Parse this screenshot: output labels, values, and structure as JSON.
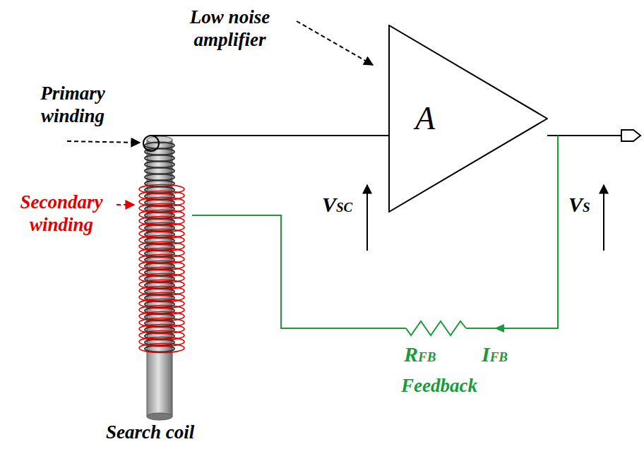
{
  "diagram": {
    "nodes": [
      {
        "text": [
          "A"
        ]
      }
    ],
    "labels": [
      "Low noise amplifier",
      "Primary winding",
      "Secondary winding",
      "VSC",
      "VS",
      "RFB",
      "IFB",
      "Feedback",
      "Search coil"
    ]
  }
}
